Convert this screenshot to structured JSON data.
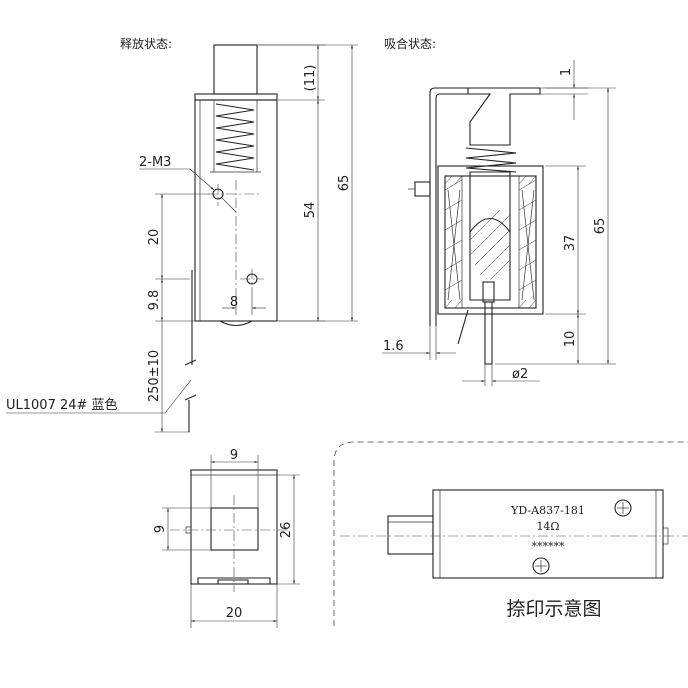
{
  "views": {
    "released_label": "释放状态:",
    "attracted_label": "吸合状态:",
    "marking_label": "捺印示意图"
  },
  "dimensions": {
    "top_11": "(11)",
    "top_54": "54",
    "top_65": "65",
    "thread": "2-M3",
    "hole_20": "20",
    "hole_9_8": "9.8",
    "hole_8": "8",
    "lead_250": "250±10",
    "wire": "UL1007  24#  蓝色",
    "att_1": "1",
    "att_65": "65",
    "att_37": "37",
    "att_10": "10",
    "att_1_6": "1.6",
    "att_d2": "ø2",
    "front_9_top": "9",
    "front_9_left": "9",
    "front_26": "26",
    "front_20": "20"
  },
  "marking": {
    "model": "YD-A837-181",
    "resistance": "14Ω",
    "stars": "******"
  }
}
